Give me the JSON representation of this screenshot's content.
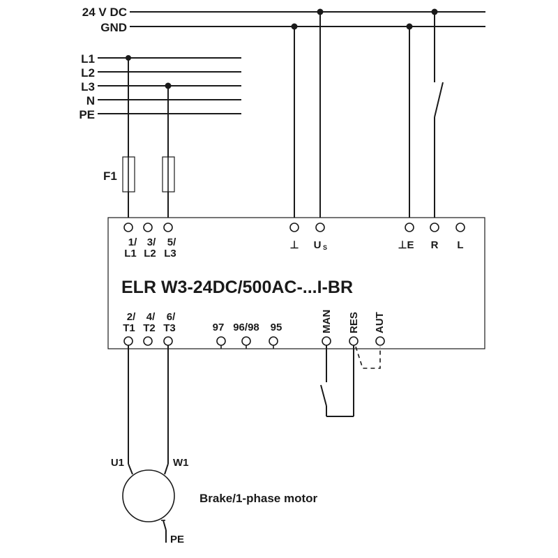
{
  "buses": {
    "dc_pos": "24 V DC",
    "gnd": "GND",
    "l1": "L1",
    "l2": "L2",
    "l3": "L3",
    "n": "N",
    "pe": "PE"
  },
  "fuse_label": "F1",
  "device": {
    "title": "ELR W3-24DC/500AC-...I-BR",
    "top_terminals": {
      "t1": [
        "1/",
        "L1"
      ],
      "t3": [
        "3/",
        "L2"
      ],
      "t5": [
        "5/",
        "L3"
      ],
      "gnd": "⊥",
      "us_main": "U",
      "us_sub": "S",
      "ground_e": "⊥E",
      "r": "R",
      "l": "L"
    },
    "bottom_terminals": {
      "t2": [
        "2/",
        "T1"
      ],
      "t4": [
        "4/",
        "T2"
      ],
      "t6": [
        "6/",
        "T3"
      ],
      "t97": "97",
      "t9698": "96/98",
      "t95": "95",
      "man": "MAN",
      "res": "RES",
      "aut": "AUT"
    }
  },
  "motor": {
    "u1": "U1",
    "w1": "W1",
    "pe": "PE",
    "caption": "Brake/1-phase motor"
  }
}
